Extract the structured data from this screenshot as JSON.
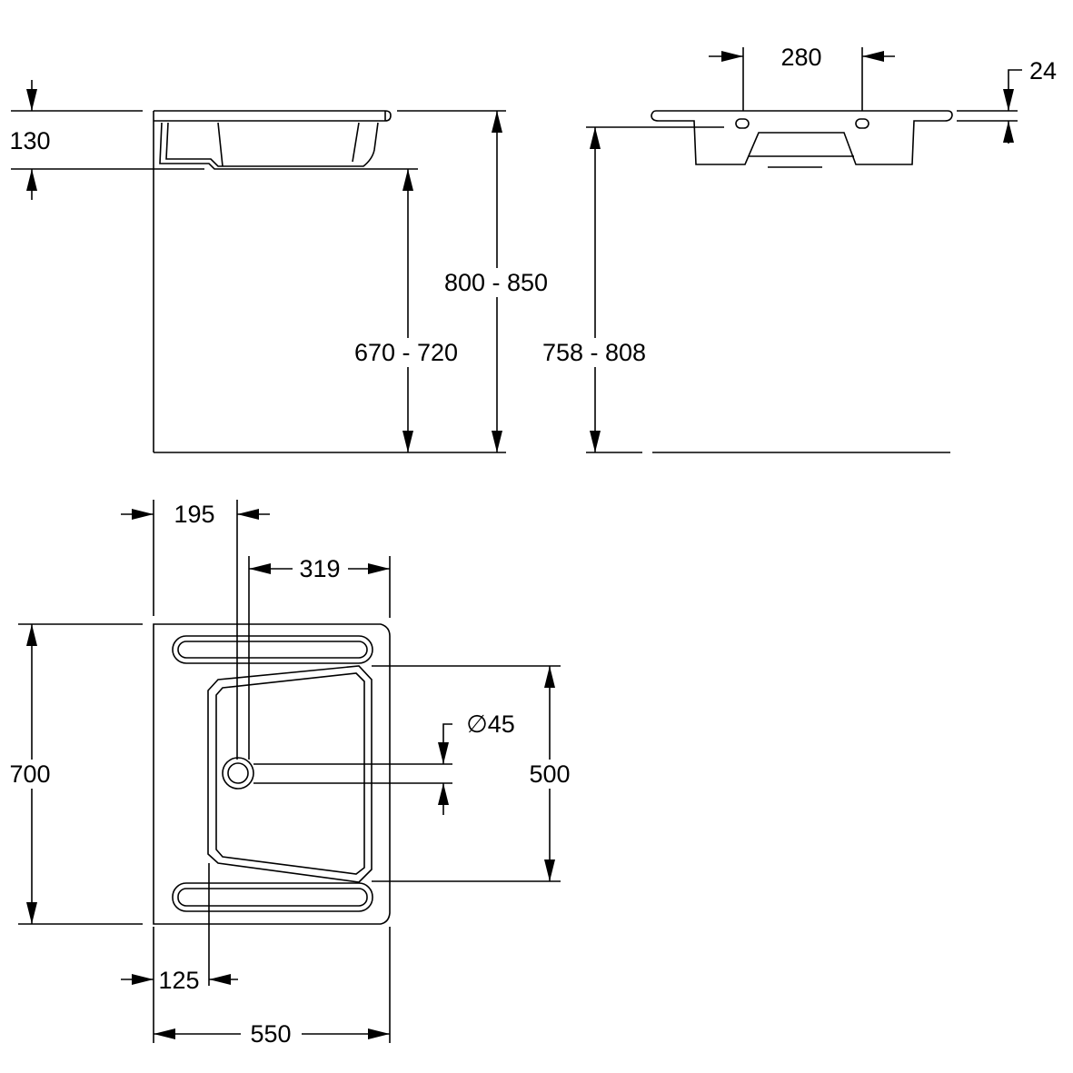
{
  "side_view": {
    "dim_basin_height": "130",
    "dim_underside_height": "670 - 720",
    "dim_rim_height": "800 - 850"
  },
  "front_view": {
    "dim_tap_holes_spacing": "280",
    "dim_rim_thickness": "24",
    "dim_tap_hole_height": "758 - 808"
  },
  "plan_view": {
    "dim_drain_from_left": "195",
    "dim_drain_to_right": "319",
    "dim_depth": "700",
    "dim_bowl_depth": "500",
    "dim_drain_diameter": "∅45",
    "dim_bowl_offset": "125",
    "dim_width": "550"
  }
}
